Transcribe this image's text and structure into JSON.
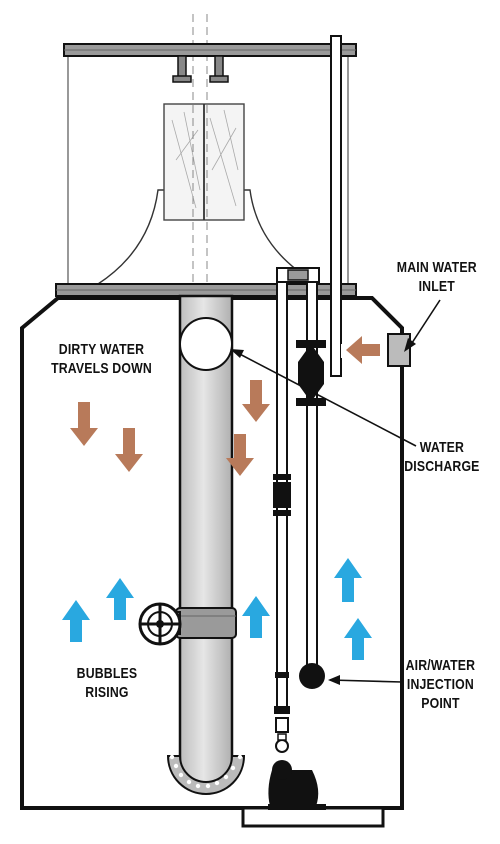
{
  "labels": {
    "main_water_inlet": [
      "MAIN WATER",
      "INLET"
    ],
    "dirty_water": [
      "DIRTY WATER",
      "TRAVELS DOWN"
    ],
    "water_discharge": [
      "WATER",
      "DISCHARGE"
    ],
    "bubbles_rising": [
      "BUBBLES",
      "RISING"
    ],
    "injection_point": [
      "AIR/WATER",
      "INJECTION",
      "POINT"
    ]
  },
  "colors": {
    "down_arrow": "#b87a5a",
    "up_arrow": "#29a8e0",
    "outline": "#111111",
    "pipe_fill": "#cfcfcf",
    "plate_fill": "#9a9a9a"
  },
  "icons": [
    "down-arrow-icon",
    "up-arrow-icon",
    "valve-handwheel-icon",
    "pump-icon",
    "check-valve-icon"
  ]
}
